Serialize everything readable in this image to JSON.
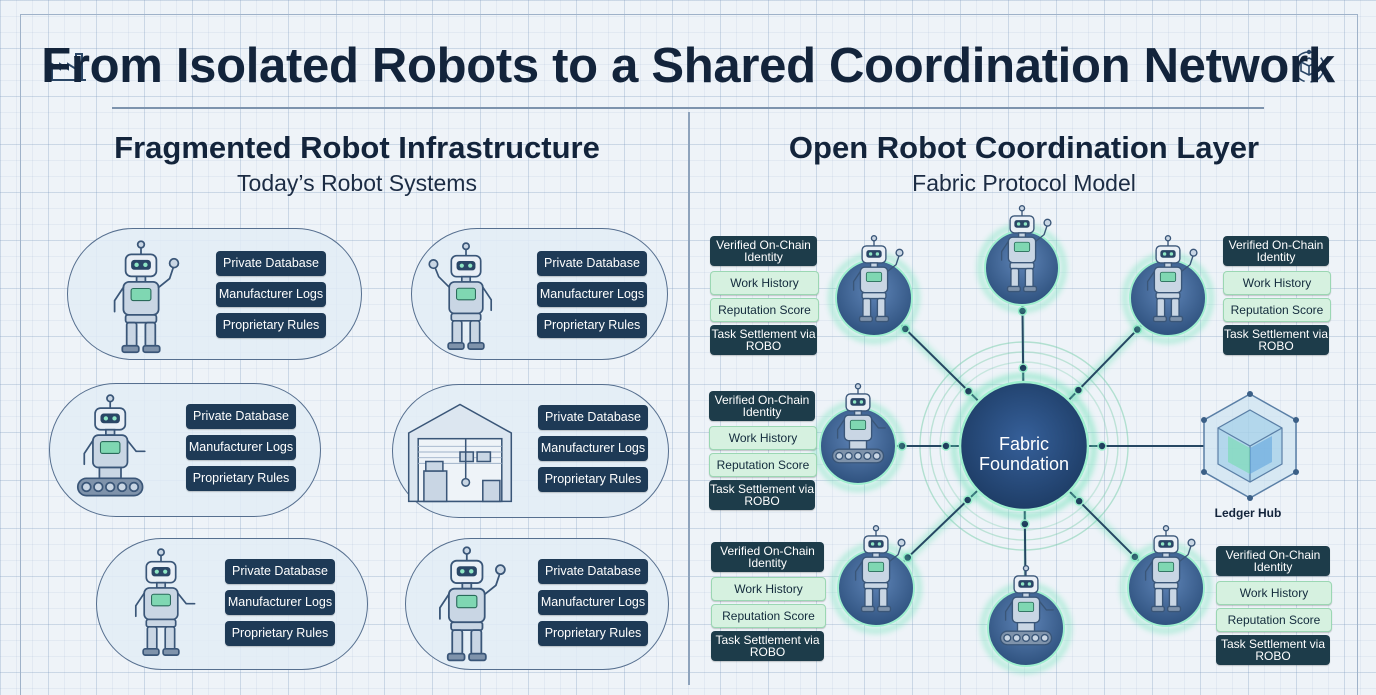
{
  "title": "From Isolated Robots to a Shared Coordination Network",
  "left": {
    "heading": "Fragmented Robot Infrastructure",
    "subheading": "Today’s Robot Systems",
    "systems": [
      {
        "robot_icon": "humanoid-robot-icon",
        "labels": [
          "Private Database",
          "Manufacturer Logs",
          "Proprietary Rules"
        ]
      },
      {
        "robot_icon": "wrench-robot-icon",
        "labels": [
          "Private Database",
          "Manufacturer Logs",
          "Proprietary Rules"
        ]
      },
      {
        "robot_icon": "tracked-robot-icon",
        "labels": [
          "Private Database",
          "Manufacturer Logs",
          "Proprietary Rules"
        ]
      },
      {
        "robot_icon": "warehouse-icon",
        "labels": [
          "Private Database",
          "Manufacturer Logs",
          "Proprietary Rules"
        ]
      },
      {
        "robot_icon": "small-robot-icon",
        "labels": [
          "Private Database",
          "Manufacturer Logs",
          "Proprietary Rules"
        ]
      },
      {
        "robot_icon": "waving-robot-icon",
        "labels": [
          "Private Database",
          "Manufacturer Logs",
          "Proprietary Rules"
        ]
      }
    ]
  },
  "right": {
    "heading": "Open Robot Coordination Layer",
    "subheading": "Fabric Protocol Model",
    "hub": {
      "line1": "Fabric",
      "line2": "Foundation"
    },
    "ledger": {
      "label": "Ledger Hub",
      "icon": "ledger-cube-icon"
    },
    "robot_tags": [
      [
        "Verified On-Chain Identity",
        "Work History",
        "Reputation Score",
        "Task Settlement via ROBO"
      ],
      [
        "Verified On-Chain Identity",
        "Work History",
        "Reputation Score",
        "Task Settlement via ROBO"
      ],
      [
        "Verified On-Chain Identity",
        "Work History",
        "Reputation Score",
        "Task Settlement via ROBO"
      ],
      [
        "Verified On-Chain Identity",
        "Work History",
        "Reputation Score",
        "Task Settlement via ROBO"
      ],
      [
        "Verified On-Chain Identity",
        "Work History",
        "Reputation Score",
        "Task Settlement via ROBO"
      ]
    ]
  },
  "icons": {
    "top_left": "factory-icon",
    "top_right": "network-cube-icon"
  },
  "colors": {
    "navy": "#1e3a56",
    "mint": "#d6f1e0",
    "glow": "#5fe0b0",
    "hub": "#274a78",
    "ink": "#13243b"
  }
}
